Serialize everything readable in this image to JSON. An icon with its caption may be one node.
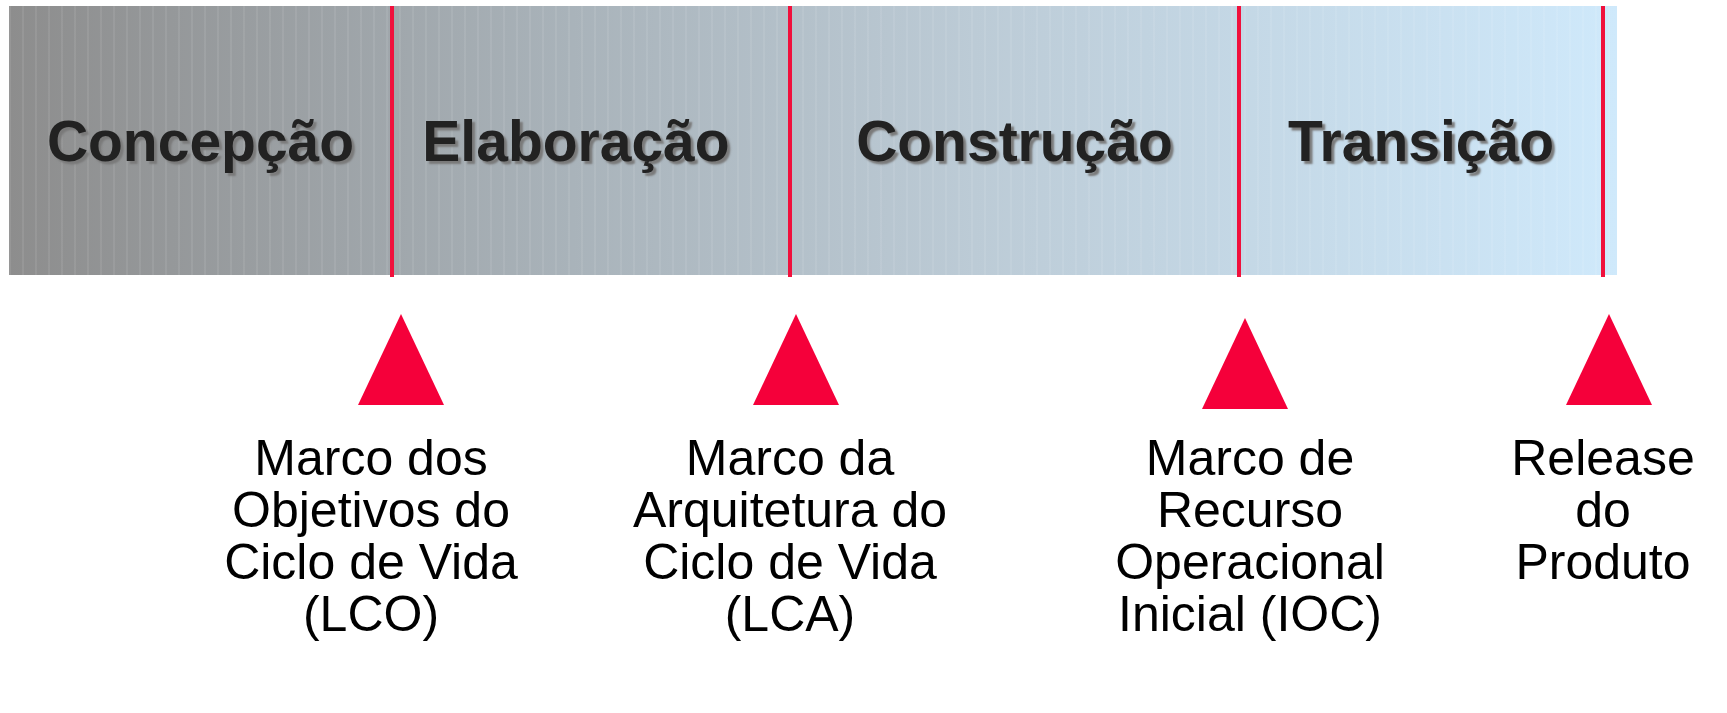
{
  "diagram": {
    "nodes": [
      {
        "text": [
          "Concepção"
        ]
      },
      {
        "text": [
          "Elaboração"
        ]
      },
      {
        "text": [
          "Construção"
        ]
      },
      {
        "text": [
          "Transição"
        ]
      }
    ],
    "labels": [
      "Marco dos Objetivos do Ciclo de Vida (LCO)",
      "Marco da Arquitetura do Ciclo de Vida (LCA)",
      "Marco de Recurso Operacional Inicial (IOC)",
      "Release do Produto"
    ]
  }
}
